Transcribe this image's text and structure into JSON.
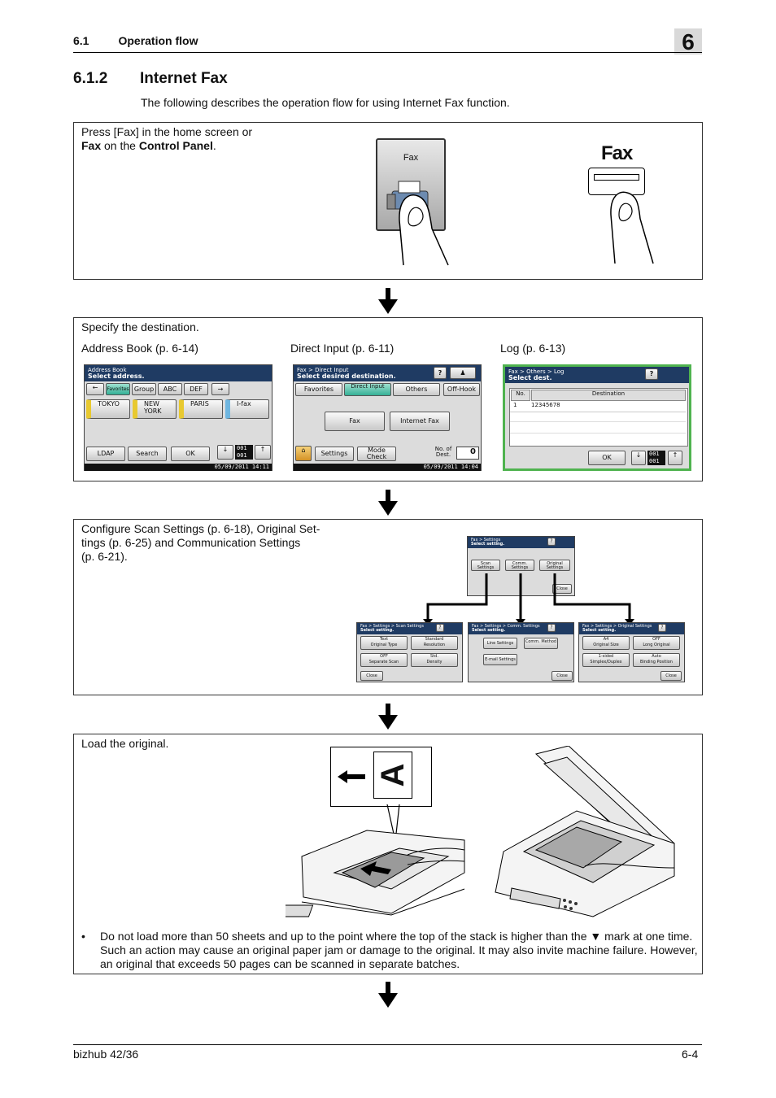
{
  "header": {
    "section_number": "6.1",
    "section_title": "Operation flow",
    "chapter": "6"
  },
  "title": {
    "number": "6.1.2",
    "text": "Internet Fax"
  },
  "intro": "The following describes the operation flow for using Internet Fax function.",
  "step1": {
    "line1": "Press [Fax] in the home screen or",
    "bold1": "Fax",
    "mid": " on the ",
    "bold2": "Control Panel",
    "end": ".",
    "screen_button": "Fax",
    "key_label": "Fax"
  },
  "step2": {
    "heading": "Specify the destination.",
    "address_caption": "Address Book (p. 6-14)",
    "direct_caption": "Direct Input (p. 6-11)",
    "log_caption": "Log (p. 6-13)",
    "address": {
      "crumb": "Address Book",
      "title": "Select address.",
      "tabs": [
        "Favorites",
        "Group",
        "ABC",
        "DEF"
      ],
      "entries": [
        "TOKYO",
        "NEW YORK",
        "PARIS",
        "I-fax"
      ],
      "bottom": [
        "LDAP",
        "Search",
        "OK"
      ],
      "counter_top": "001",
      "counter_bottom": "001",
      "datetime": "05/09/2011  14:11"
    },
    "direct": {
      "crumb": "Fax > Direct Input",
      "title": "Select desired destination.",
      "tabs": [
        "Favorites",
        "Direct Input",
        "Others",
        "Off-Hook"
      ],
      "buttons": [
        "Fax",
        "Internet Fax"
      ],
      "bottom": [
        "Settings",
        "Mode Check"
      ],
      "dest_label": "No. of Dest.",
      "dest_value": "0",
      "datetime": "05/09/2011  14:04"
    },
    "log": {
      "crumb": "Fax > Others > Log",
      "title": "Select dest.",
      "col_no": "No.",
      "col_dest": "Destination",
      "row_no": "1",
      "row_dest": "12345678",
      "ok": "OK",
      "counter_top": "001",
      "counter_bottom": "001"
    }
  },
  "step3": {
    "text": "Configure Scan Settings (p. 6-18), Original Set-tings (p. 6-25) and Communication Settings (p. 6-21).",
    "line1": "Configure Scan Settings (p. 6-18), Original Set-",
    "line2": "tings (p. 6-25) and Communication Settings",
    "line3": "(p. 6-21).",
    "main": {
      "crumb": "Fax > Settings",
      "title": "Select setting.",
      "buttons": [
        "Scan Settings",
        "Comm. Settings",
        "Original Settings"
      ],
      "close": "Close"
    },
    "scan": {
      "crumb": "Fax > Settings > Scan Settings",
      "title": "Select setting.",
      "buttons": [
        "Original Type",
        "Resolution",
        "Separate Scan",
        "Density"
      ],
      "values": [
        "Text",
        "Standard",
        "OFF",
        "Std."
      ],
      "close": "Close"
    },
    "comm": {
      "crumb": "Fax > Settings > Comm. Settings",
      "title": "Select setting.",
      "buttons": [
        "Line Settings",
        "Comm. Method",
        "E-mail Settings"
      ],
      "close": "Close"
    },
    "orig": {
      "crumb": "Fax > Settings > Original Settings",
      "title": "Select setting.",
      "buttons": [
        "Original Size",
        "Long Original",
        "Simplex/Duplex",
        "Binding Position"
      ],
      "values": [
        "A4",
        "OFF",
        "1-sided",
        "Auto"
      ],
      "close": "Close"
    }
  },
  "step4": {
    "heading": "Load the original.",
    "letter": "A",
    "bullet": "•",
    "note": "Do not load more than 50 sheets and up to the point where the top of the stack is higher than the ▼ mark at one time. Such an action may cause an original paper jam or damage to the original. It may also invite machine failure. However, an original that exceeds 50 pages can be scanned in separate batches."
  },
  "footer": {
    "left": "bizhub 42/36",
    "right": "6-4"
  }
}
